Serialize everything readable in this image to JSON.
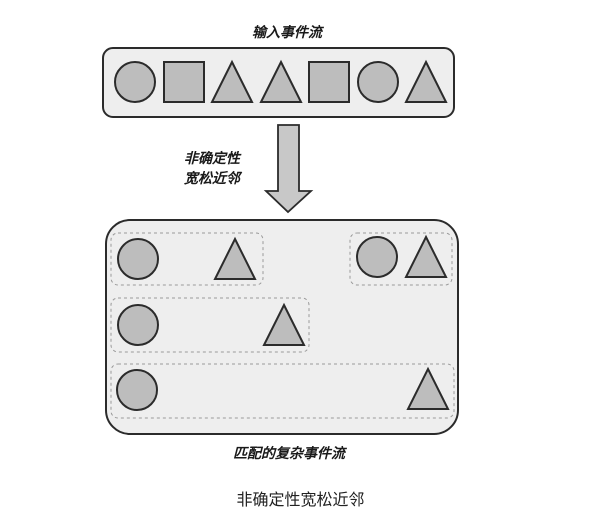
{
  "diagram": {
    "input_label": "输入事件流",
    "arrow_label_line1": "非确定性",
    "arrow_label_line2": "宽松近邻",
    "output_label": "匹配的复杂事件流",
    "caption": "非确定性宽松近邻",
    "input_sequence": [
      "circle",
      "square",
      "triangle",
      "triangle",
      "square",
      "circle",
      "triangle"
    ],
    "matches": [
      [
        "circle",
        "triangle"
      ],
      [
        "circle",
        "triangle"
      ],
      [
        "circle",
        "triangle"
      ],
      [
        "circle",
        "triangle"
      ]
    ],
    "colors": {
      "shape_fill": "#bdbdbd",
      "shape_stroke": "#2b2b2b",
      "panel_fill": "#eeeeee",
      "panel_stroke": "#2b2b2b",
      "dashed_stroke": "#9a9a9a"
    }
  }
}
